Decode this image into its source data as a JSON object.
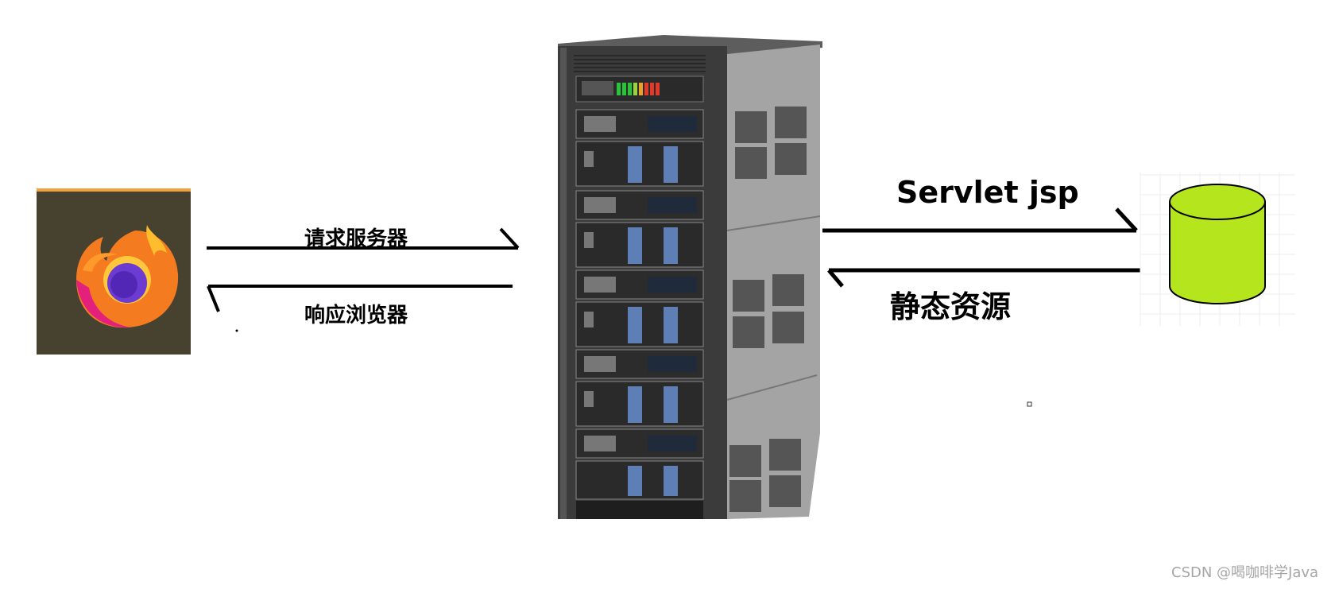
{
  "browser": {
    "icon": "firefox-icon",
    "colors": {
      "tile": "#47412f",
      "tile_top": "#f2a23a"
    }
  },
  "server": {
    "icon": "server-rack-icon",
    "colors": {
      "body": "#444444",
      "side": "#a9a9a9",
      "led_green": "#29c43a",
      "led_red": "#e03a2a"
    }
  },
  "database": {
    "icon": "database-cylinder-icon",
    "colors": {
      "fill": "#b5e61d",
      "stroke": "#000000"
    }
  },
  "arrows": {
    "request_label": "请求服务器",
    "response_label": "响应浏览器",
    "servlet_label": "Servlet jsp",
    "static_label": "静态资源"
  },
  "watermark": "CSDN @喝咖啡学Java"
}
